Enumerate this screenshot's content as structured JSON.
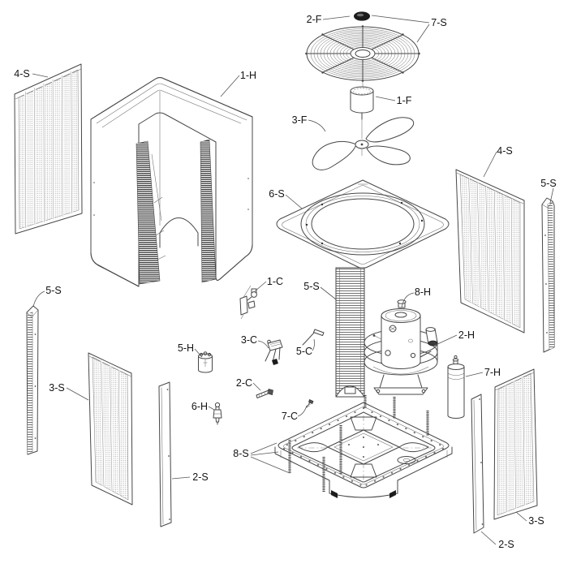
{
  "diagram": {
    "type": "exploded-parts-view",
    "subject": "Air conditioner condensing unit",
    "background_color": "#ffffff",
    "line_color": "#474747",
    "label_color": "#141414",
    "callouts": [
      {
        "text": "4-S",
        "part": "louvered-side-panel-left"
      },
      {
        "text": "1-H",
        "part": "cabinet-wrapper"
      },
      {
        "text": "2-F",
        "part": "fan-hub-cap"
      },
      {
        "text": "7-S",
        "part": "fan-guard-grille"
      },
      {
        "text": "1-F",
        "part": "fan-motor"
      },
      {
        "text": "3-F",
        "part": "fan-blade"
      },
      {
        "text": "6-S",
        "part": "top-panel"
      },
      {
        "text": "4-S",
        "part": "louvered-side-panel-right"
      },
      {
        "text": "5-S",
        "part": "corner-post-right"
      },
      {
        "text": "5-S",
        "part": "corner-post-left"
      },
      {
        "text": "1-C",
        "part": "service-valve"
      },
      {
        "text": "5-S",
        "part": "coil-section-center"
      },
      {
        "text": "8-H",
        "part": "compressor"
      },
      {
        "text": "2-H",
        "part": "compressor-fitting"
      },
      {
        "text": "5-H",
        "part": "filter-drier-small"
      },
      {
        "text": "3-C",
        "part": "contactor"
      },
      {
        "text": "5-C",
        "part": "sensor-probe"
      },
      {
        "text": "2-C",
        "part": "mounting-screw"
      },
      {
        "text": "6-H",
        "part": "expansion-device"
      },
      {
        "text": "7-C",
        "part": "small-screw"
      },
      {
        "text": "7-H",
        "part": "filter-drier-large"
      },
      {
        "text": "3-S",
        "part": "louvered-panel-lower-left"
      },
      {
        "text": "8-S",
        "part": "base-pan"
      },
      {
        "text": "2-S",
        "part": "corner-panel-lower-left"
      },
      {
        "text": "3-S",
        "part": "louvered-panel-lower-right"
      },
      {
        "text": "2-S",
        "part": "corner-panel-lower-right"
      }
    ]
  }
}
